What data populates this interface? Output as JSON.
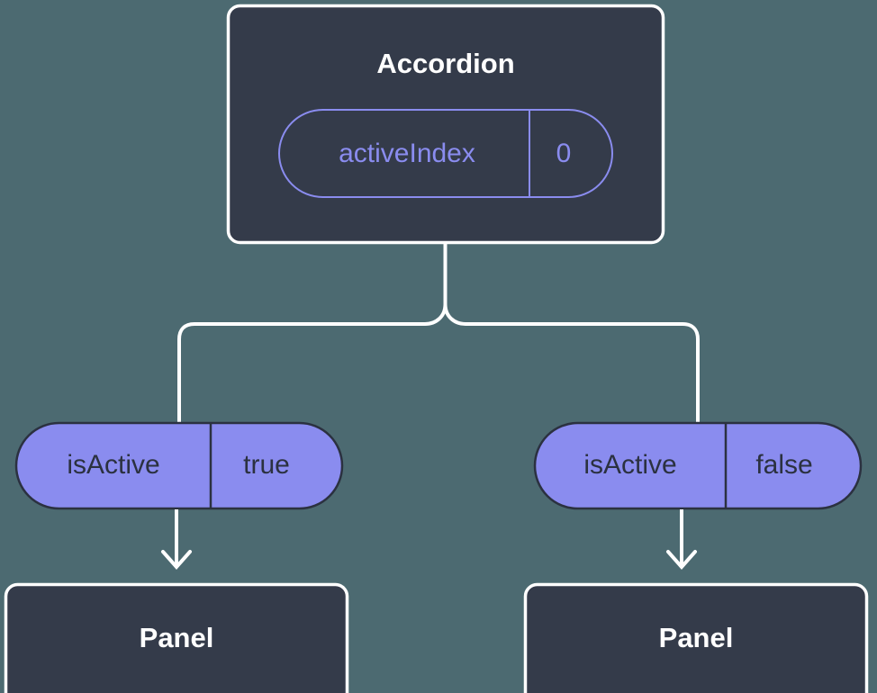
{
  "diagram": {
    "type": "component-state-tree",
    "background_color": "#4c6a71",
    "parent": {
      "title": "Accordion",
      "box_color": "#343b4a",
      "border_color": "#ffffff",
      "state": {
        "key": "activeIndex",
        "value": "0",
        "accent_color": "#8a8cef"
      }
    },
    "branches": [
      {
        "prop": {
          "key": "isActive",
          "value": "true",
          "fill_color": "#8a8cef",
          "text_color": "#2b3140"
        },
        "child": {
          "title": "Panel",
          "box_color": "#343b4a",
          "border_color": "#ffffff"
        }
      },
      {
        "prop": {
          "key": "isActive",
          "value": "false",
          "fill_color": "#8a8cef",
          "text_color": "#2b3140"
        },
        "child": {
          "title": "Panel",
          "box_color": "#343b4a",
          "border_color": "#ffffff"
        }
      }
    ]
  }
}
